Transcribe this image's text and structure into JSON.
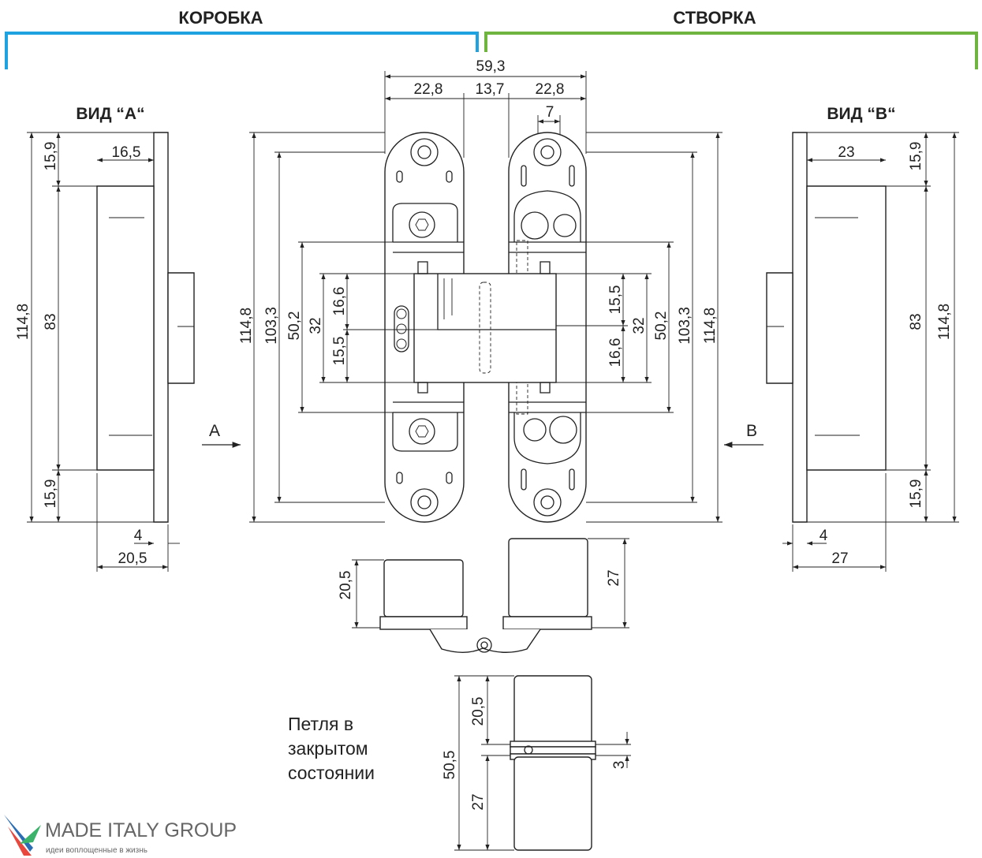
{
  "headers": {
    "frame": "КОРОБКА",
    "leaf": "СТВОРКА"
  },
  "colors": {
    "frame_bracket": "#1fa3e0",
    "leaf_bracket": "#6fb43f",
    "line": "#222222"
  },
  "views": {
    "a_title": "ВИД “A“",
    "b_title": "ВИД “B“",
    "arrow_a": "A",
    "arrow_b": "B"
  },
  "top_dims": {
    "total_width": "59,3",
    "left_width": "22,8",
    "middle_width": "13,7",
    "right_width": "22,8",
    "slot": "7"
  },
  "view_a_dims": {
    "top": "15,9",
    "depth": "16,5",
    "total_height": "114,8",
    "body_height": "83",
    "bottom": "15,9",
    "flange": "4",
    "width": "20,5"
  },
  "front_left_dims": {
    "total": "114,8",
    "holes": "103,3",
    "plate": "50,2",
    "body": "32",
    "upper": "16,6",
    "lower": "15,5"
  },
  "front_right_dims": {
    "upper": "15,5",
    "lower": "16,6",
    "body": "32",
    "plate": "50,2",
    "holes": "103,3",
    "total": "114,8"
  },
  "view_b_dims": {
    "depth": "23",
    "top": "15,9",
    "body_height": "83",
    "total_height": "114,8",
    "bottom": "15,9",
    "flange": "4",
    "width": "27"
  },
  "bottom_dims": {
    "left_depth": "20,5",
    "right_depth": "27"
  },
  "closed": {
    "caption_line1": "Петля в",
    "caption_line2": "закрытом",
    "caption_line3": "состоянии",
    "total": "50,5",
    "upper": "20,5",
    "lower": "27",
    "gap": "3"
  },
  "logo": {
    "brand": "MADE ITALY GROUP",
    "tagline": "идеи воплощенные в жизнь"
  }
}
